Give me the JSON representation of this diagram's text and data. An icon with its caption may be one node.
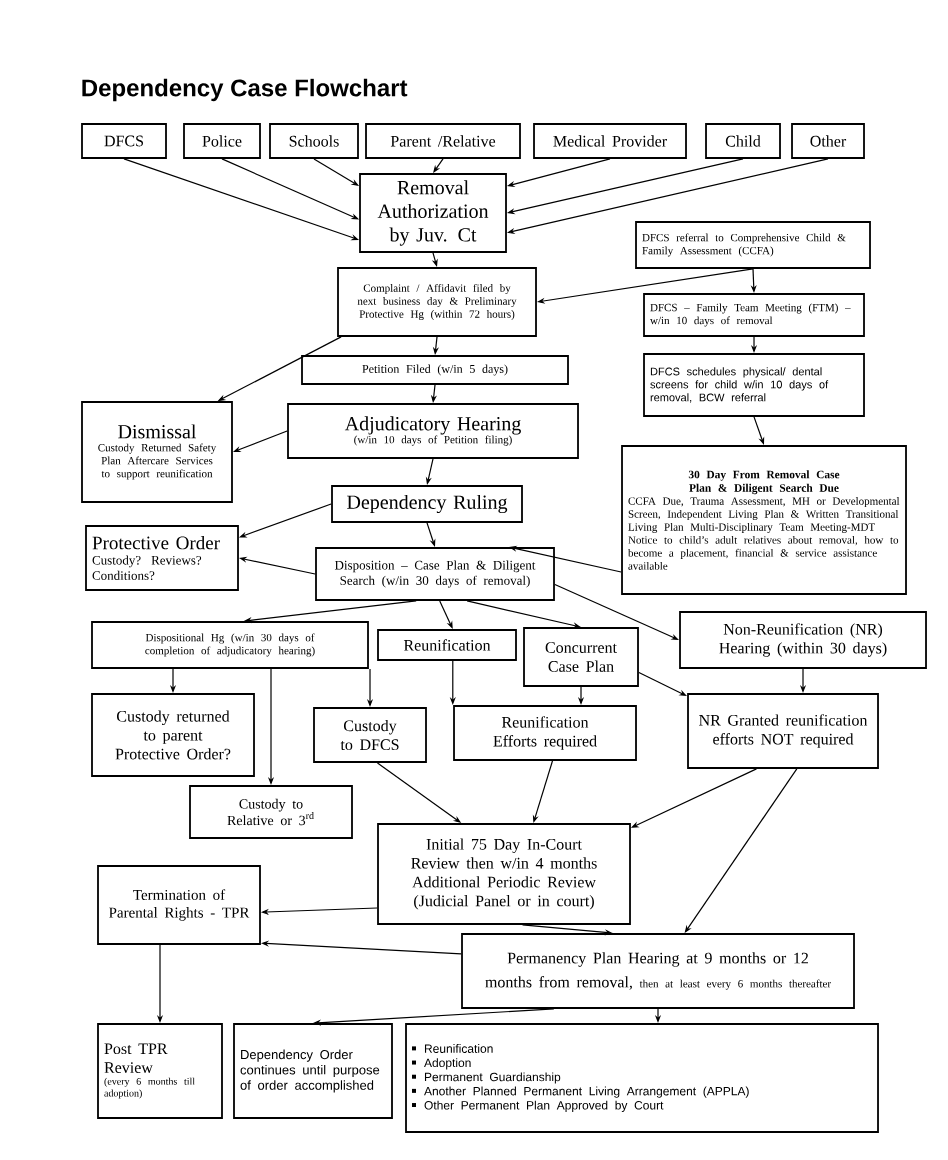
{
  "diagram": {
    "title": "Dependency Case Flowchart",
    "nodes": [
      {
        "text": [
          "DFCS"
        ]
      },
      {
        "text": [
          "Police"
        ]
      },
      {
        "text": [
          "Schools"
        ]
      },
      {
        "text": [
          "Parent /Relative"
        ]
      },
      {
        "text": [
          "Medical Provider"
        ]
      },
      {
        "text": [
          "Child"
        ]
      },
      {
        "text": [
          "Other"
        ]
      },
      {
        "text": [
          "Removal Authorization by Juv. Ct"
        ]
      },
      {
        "text": [
          "Complaint / Affidavit filed by next business day & Preliminary Protective Hg (within 72 hours)"
        ]
      },
      {
        "text": [
          "DFCS referral to Comprehensive Child & Family Assessment (CCFA)"
        ]
      },
      {
        "text": [
          "DFCS – Family Team Meeting (FTM) – w/in 10 days of removal"
        ]
      },
      {
        "text": [
          "DFCS schedules physical/ dental screens for child w/in 10 days of removal, BCW referral"
        ]
      },
      {
        "text": [
          "Petition Filed (w/in 5 days)"
        ]
      },
      {
        "text": [
          "Adjudicatory Hearing",
          "(w/in 10 days of Petition filing)"
        ]
      },
      {
        "text": [
          "Dismissal",
          "Custody Returned Safety Plan Aftercare Services to support reunification"
        ]
      },
      {
        "text": [
          "Dependency Ruling"
        ]
      },
      {
        "text": [
          "30 Day From Removal Case Plan & Diligent Search Due",
          "CCFA Due, Trauma Assessment, MH or Developmental Screen, Independent Living Plan & Written Transitional Living Plan Multi-Disciplinary Team Meeting-MDT Notice to child’s adult relatives about removal, how to become a placement, financial & service assistance available"
        ]
      },
      {
        "text": [
          "Protective Order",
          "Custody? Reviews? Conditions?"
        ]
      },
      {
        "text": [
          "Disposition – Case Plan & Diligent Search (w/in 30 days of removal)"
        ]
      },
      {
        "text": [
          "Dispositional Hg (w/in 30 days of completion of adjudicatory hearing)"
        ]
      },
      {
        "text": [
          "Reunification"
        ]
      },
      {
        "text": [
          "Concurrent Case Plan"
        ]
      },
      {
        "text": [
          "Non-Reunification (NR) Hearing (within 30 days)"
        ]
      },
      {
        "text": [
          "Custody returned to parent Protective Order?"
        ]
      },
      {
        "text": [
          "Custody to DFCS"
        ]
      },
      {
        "text": [
          "Reunification Efforts required"
        ]
      },
      {
        "text": [
          "NR Granted reunification efforts NOT required"
        ]
      },
      {
        "text": [
          "Custody to Relative or 3$^{rd}$"
        ]
      },
      {
        "text": [
          "Initial 75 Day In-Court Review then w/in 4 months Additional Periodic Review (Judicial Panel or in court)"
        ]
      },
      {
        "text": [
          "Termination of Parental Rights - TPR"
        ]
      },
      {
        "text": [
          "Permanency Plan Hearing at 9 months or 12 months from removal,",
          "then at least every 6 months thereafter"
        ]
      },
      {
        "text": [
          "Post TPR Review",
          "(every 6 months till adoption)"
        ]
      },
      {
        "text": [
          "Dependency Order continues until purpose of order accomplished"
        ]
      },
      {
        "text": [
          "Reunification",
          "Adoption",
          "Permanent Guardianship",
          "Another Planned Permanent Living Arrangement (APPLA)",
          "Other Permanent Plan Approved by Court"
        ]
      }
    ],
    "edges": [
      {
        "from": 0,
        "to": 7,
        "arrow": "to"
      },
      {
        "from": 1,
        "to": 7,
        "arrow": "to"
      },
      {
        "from": 2,
        "to": 7,
        "arrow": "to"
      },
      {
        "from": 3,
        "to": 7,
        "arrow": "to"
      },
      {
        "from": 4,
        "to": 7,
        "arrow": "to"
      },
      {
        "from": 5,
        "to": 7,
        "arrow": "to"
      },
      {
        "from": 6,
        "to": 7,
        "arrow": "to"
      },
      {
        "from": 7,
        "to": 8,
        "arrow": "to"
      },
      {
        "from": 8,
        "to": 14,
        "arrow": "to"
      },
      {
        "from": 9,
        "to": 8,
        "arrow": "to"
      },
      {
        "from": 9,
        "to": 10,
        "arrow": "to"
      },
      {
        "from": 10,
        "to": 11,
        "arrow": "to"
      },
      {
        "from": 8,
        "to": 12,
        "arrow": "to"
      },
      {
        "from": 12,
        "to": 13,
        "arrow": "to"
      },
      {
        "from": 13,
        "to": 14,
        "arrow": "to"
      },
      {
        "from": 13,
        "to": 15,
        "arrow": "to"
      },
      {
        "from": 15,
        "to": 17,
        "arrow": "to"
      },
      {
        "from": 15,
        "to": 18,
        "arrow": "to"
      },
      {
        "from": 11,
        "to": 16,
        "arrow": "to"
      },
      {
        "from": 16,
        "to": 18,
        "arrow": "to"
      },
      {
        "from": 18,
        "to": 17,
        "arrow": "to"
      },
      {
        "from": 18,
        "to": 19,
        "arrow": "to"
      },
      {
        "from": 18,
        "to": 20,
        "arrow": "to"
      },
      {
        "from": 18,
        "to": 21,
        "arrow": "to"
      },
      {
        "from": 18,
        "to": 22,
        "arrow": "to"
      },
      {
        "from": 19,
        "to": 23,
        "arrow": "to"
      },
      {
        "from": 19,
        "to": 27,
        "arrow": "to"
      },
      {
        "from": 19,
        "to": 24,
        "arrow": "to"
      },
      {
        "from": 20,
        "to": 25,
        "arrow": "to"
      },
      {
        "from": 21,
        "to": 25,
        "arrow": "to"
      },
      {
        "from": 21,
        "to": 26,
        "arrow": "to"
      },
      {
        "from": 22,
        "to": 26,
        "arrow": "to"
      },
      {
        "from": 24,
        "to": 28,
        "arrow": "to"
      },
      {
        "from": 25,
        "to": 28,
        "arrow": "to"
      },
      {
        "from": 26,
        "to": 28,
        "arrow": "to"
      },
      {
        "from": 26,
        "to": 30,
        "arrow": "to"
      },
      {
        "from": 28,
        "to": 29,
        "arrow": "to"
      },
      {
        "from": 28,
        "to": 30,
        "arrow": "to"
      },
      {
        "from": 30,
        "to": 29,
        "arrow": "to"
      },
      {
        "from": 29,
        "to": 31,
        "arrow": "to"
      },
      {
        "from": 30,
        "to": 32,
        "arrow": "to"
      },
      {
        "from": 30,
        "to": 33,
        "arrow": "to"
      }
    ]
  }
}
